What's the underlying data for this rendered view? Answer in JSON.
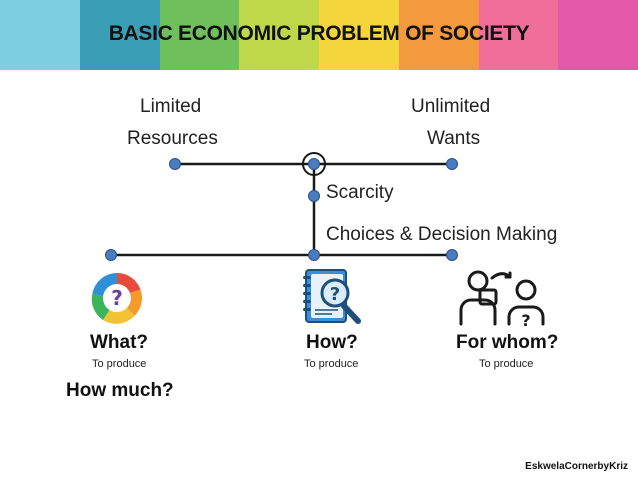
{
  "banner_colors": [
    "#7ecfe0",
    "#3a9fb5",
    "#6fbf5d",
    "#bfd84a",
    "#f4d53c",
    "#f39a3e",
    "#ef6f9a",
    "#e45aa8"
  ],
  "title": "BASIC ECONOMIC PROBLEM OF SOCIETY",
  "labels": {
    "limited": "Limited",
    "resources": "Resources",
    "unlimited": "Unlimited",
    "wants": "Wants",
    "scarcity": "Scarcity",
    "choices": "Choices & Decision Making"
  },
  "questions": [
    {
      "question": "What?",
      "subtitle": "To produce",
      "icon": "color-wheel-question-icon"
    },
    {
      "question": "How?",
      "subtitle": "To produce",
      "icon": "notebook-magnifier-question-icon"
    },
    {
      "question": "For whom?",
      "subtitle": "To produce",
      "icon": "people-exchange-question-icon"
    }
  ],
  "extra_question": "How much?",
  "credit": "EskwelaCornerbyKriz",
  "colors": {
    "line": "#1a1a1a",
    "node": "#4a7cc0",
    "node_stroke": "#2a4f8a"
  }
}
